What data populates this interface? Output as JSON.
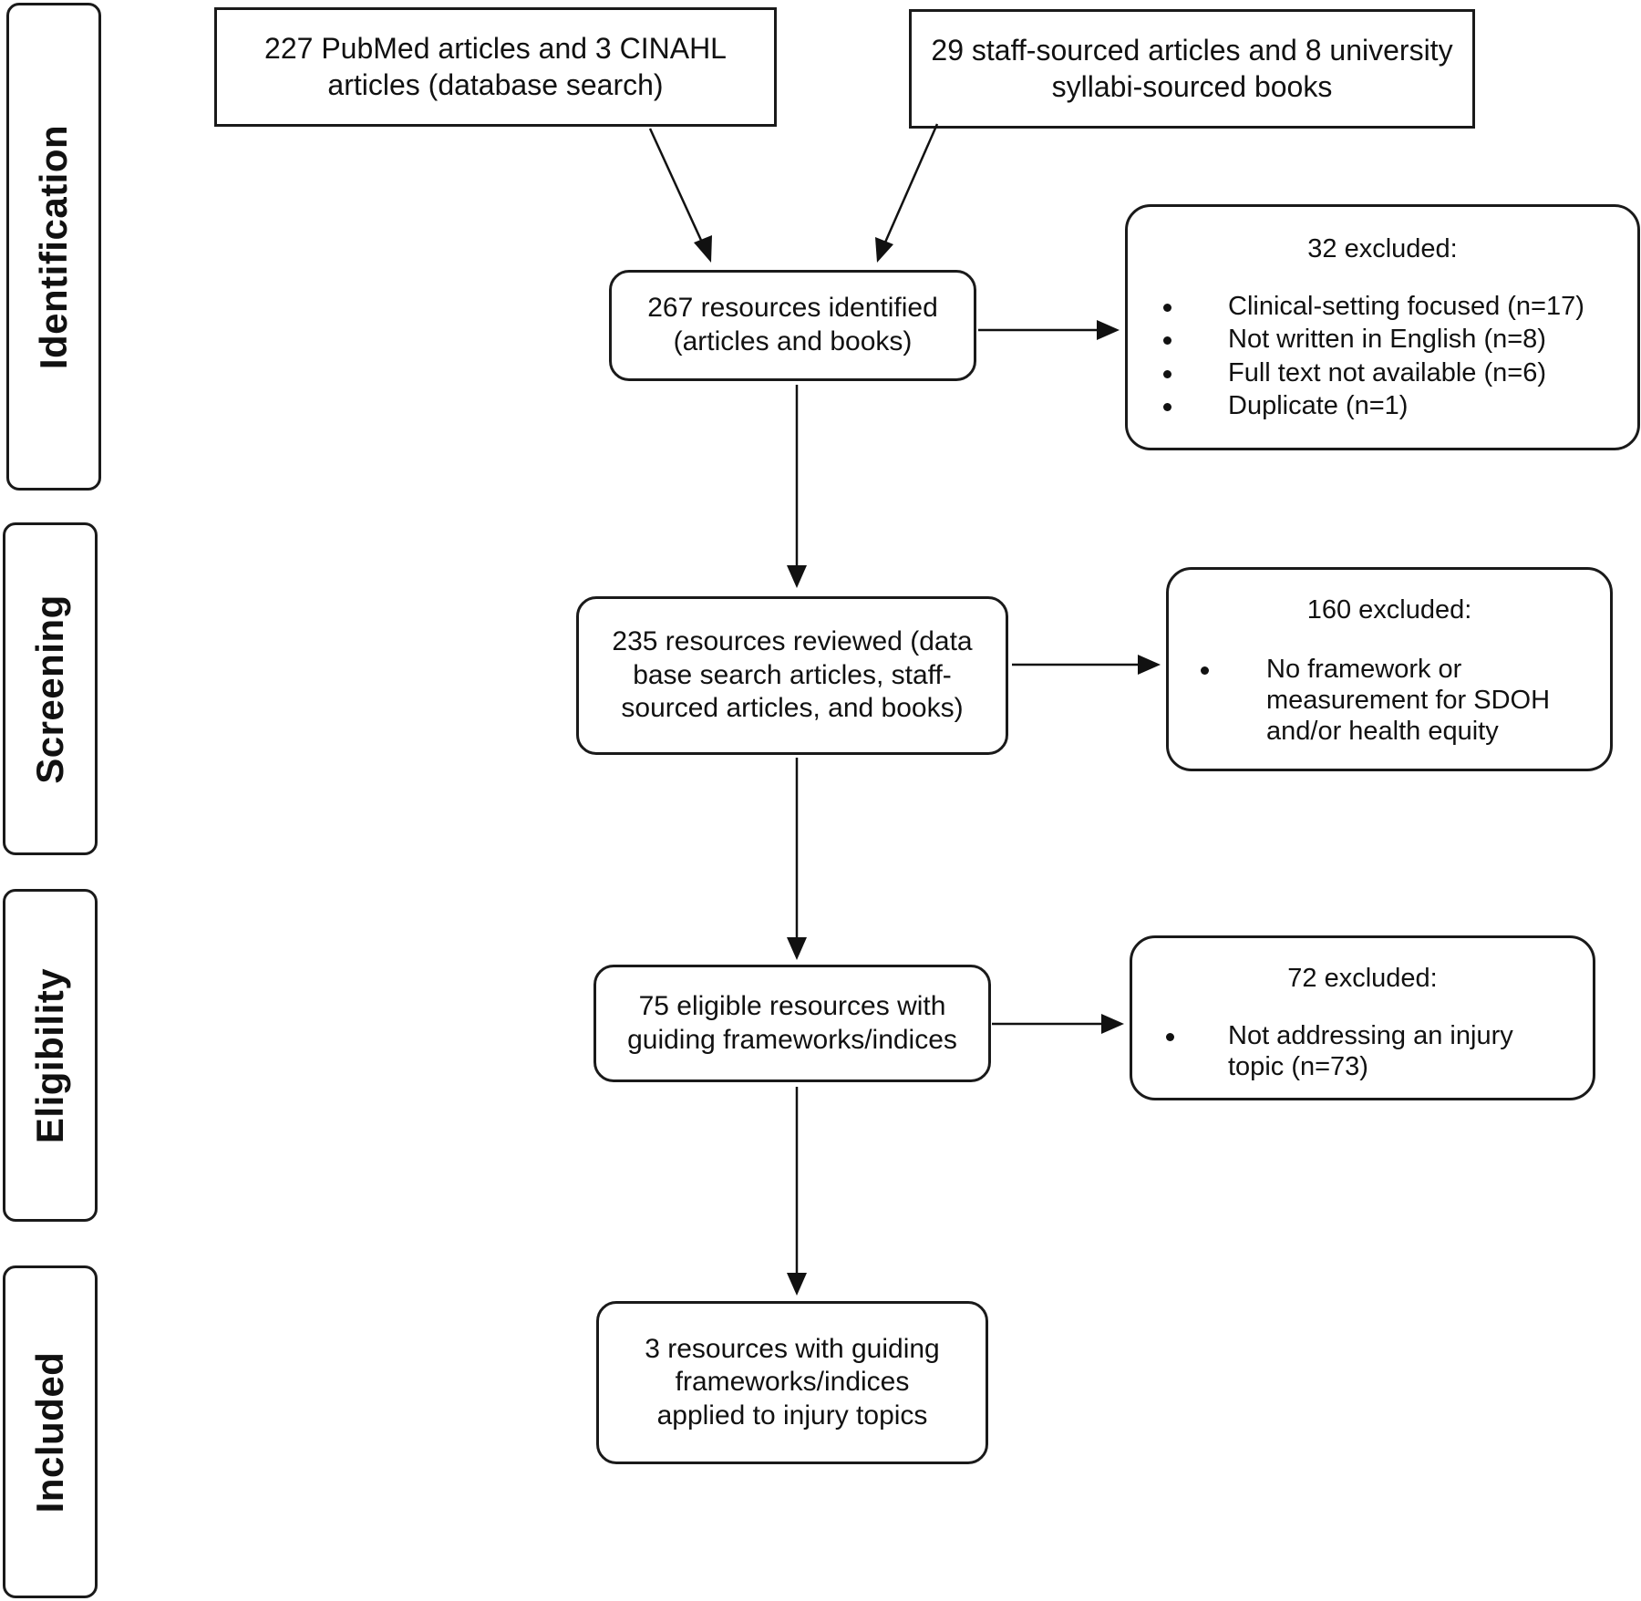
{
  "phases": {
    "identification": "Identification",
    "screening": "Screening",
    "eligibility": "Eligibility",
    "included": "Included"
  },
  "sources": {
    "database": "227 PubMed articles and 3 CINAHL articles (database search)",
    "staff": "29 staff-sourced articles and 8 university syllabi-sourced books"
  },
  "flow": {
    "identified": "267 resources identified (articles and books)",
    "reviewed": "235 resources reviewed (data base search articles, staff-sourced articles, and books)",
    "eligible": "75 eligible resources with guiding frameworks/indices",
    "included": "3 resources with guiding frameworks/indices applied to injury topics"
  },
  "exclusions": {
    "identification": {
      "title": "32 excluded:",
      "items": [
        "Clinical-setting focused (n=17)",
        "Not written in English (n=8)",
        "Full text not available (n=6)",
        "Duplicate (n=1)"
      ]
    },
    "screening": {
      "title": "160 excluded:",
      "items": [
        "No framework or measurement for SDOH and/or health equity"
      ]
    },
    "eligibility": {
      "title": "72 excluded:",
      "items": [
        "Not addressing an injury topic (n=73)"
      ]
    }
  }
}
